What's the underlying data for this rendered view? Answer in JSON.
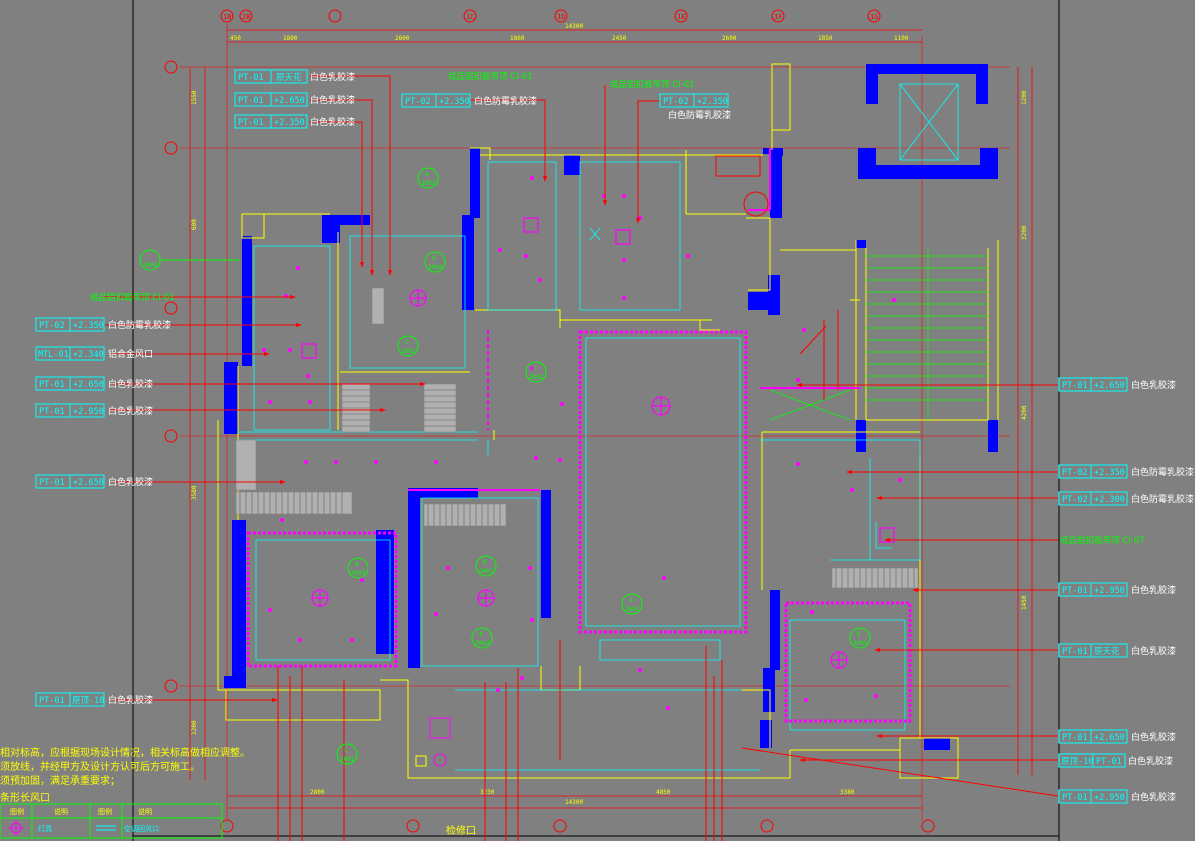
{
  "axes_top": [
    "1B",
    "2B",
    "1C",
    "1D",
    "1E",
    "1F",
    "1G"
  ],
  "dims_top_total": "14300",
  "dims_top": [
    "450",
    "1800",
    "2600",
    "1860",
    "2450",
    "2600",
    "1850",
    "1100"
  ],
  "dims_bottom_total": "14300",
  "dims_bottom": [
    "2800",
    "3230",
    "4850",
    "3380"
  ],
  "dims_left": [
    "1550",
    "600",
    "3580",
    "1200"
  ],
  "dims_right": [
    "1200",
    "3200",
    "4200",
    "1450"
  ],
  "left_tags": [
    {
      "code": "PT-01",
      "h": "原天花",
      "mat": "白色乳胶漆"
    },
    {
      "code": "PT-01",
      "h": "+2.650",
      "mat": "白色乳胶漆"
    },
    {
      "code": "PT-01",
      "h": "+2.350",
      "mat": "白色乳胶漆"
    }
  ],
  "left_green": "成品铝扣板吊顶 CI-01",
  "left_mid_tags": [
    {
      "code": "PT-02",
      "h": "+2.350",
      "mat": "白色防霉乳胶漆"
    },
    {
      "code": "MTL-01",
      "h": "+2.340",
      "mat": "铝合金风口"
    },
    {
      "code": "PT-01",
      "h": "+2.650",
      "mat": "白色乳胶漆"
    },
    {
      "code": "PT-01",
      "h": "+2.950",
      "mat": "白色乳胶漆"
    },
    {
      "code": "PT-01",
      "h": "+2.650",
      "mat": "白色乳胶漆"
    },
    {
      "code": "PT-01",
      "h": "原顶-10",
      "mat": "白色乳胶漆"
    }
  ],
  "top_green1": "成品铝扣板吊顶 CI-01",
  "top_tag1": {
    "code": "PT-02",
    "h": "+2.350",
    "mat": "白色防霉乳胶漆"
  },
  "top_green2": "成品铝扣板吊顶 CI-01",
  "top_tag2": {
    "code": "PT-02",
    "h": "+2.350",
    "mat": "白色防霉乳胶漆"
  },
  "right_tags": [
    {
      "code": "PT-01",
      "h": "+2.650",
      "mat": "白色乳胶漆"
    },
    {
      "code": "PT-02",
      "h": "+2.350",
      "mat": "白色防霉乳胶漆"
    },
    {
      "code": "PT-02",
      "h": "+2.300",
      "mat": "白色防霉乳胶漆"
    },
    {
      "code": "PT-01",
      "h": "+2.950",
      "mat": "白色乳胶漆"
    },
    {
      "code": "PT-01",
      "h": "原天花",
      "mat": "白色乳胶漆"
    },
    {
      "code": "PT-01",
      "h": "+2.650",
      "mat": "白色乳胶漆"
    },
    {
      "code": "原顶-10",
      "h": "PT-01",
      "mat": "白色乳胶漆"
    },
    {
      "code": "PT-01",
      "h": "+2.950",
      "mat": "白色乳胶漆"
    }
  ],
  "right_green": "成品铝扣板吊顶 CI-07",
  "notes": [
    "相对标高，应根据现场设计情况，相关标高做相应调整。",
    "须放线，并经甲方及设计方认可后方可施工。",
    "须预加固，满足承重要求；"
  ],
  "legend_title": "条形长风口",
  "legend_headers": [
    "图例",
    "说明",
    "图例",
    "说明"
  ],
  "legend_row": [
    "",
    "灯具",
    "",
    "空调回风口"
  ],
  "bottom_label": "检修口",
  "symbols": [
    {
      "letter": "A",
      "code": "2003"
    },
    {
      "letter": "",
      "code": "2005"
    },
    {
      "letter": "A",
      "code": "2002"
    },
    {
      "letter": "C",
      "code": "2001"
    },
    {
      "letter": "C",
      "code": "2002"
    },
    {
      "letter": "B",
      "code": "2001"
    },
    {
      "letter": "B",
      "code": "2001"
    },
    {
      "letter": "A",
      "code": "2001"
    },
    {
      "letter": "A",
      "code": "2003"
    },
    {
      "letter": "D",
      "code": "2001"
    },
    {
      "letter": "C",
      "code": "2001"
    }
  ]
}
